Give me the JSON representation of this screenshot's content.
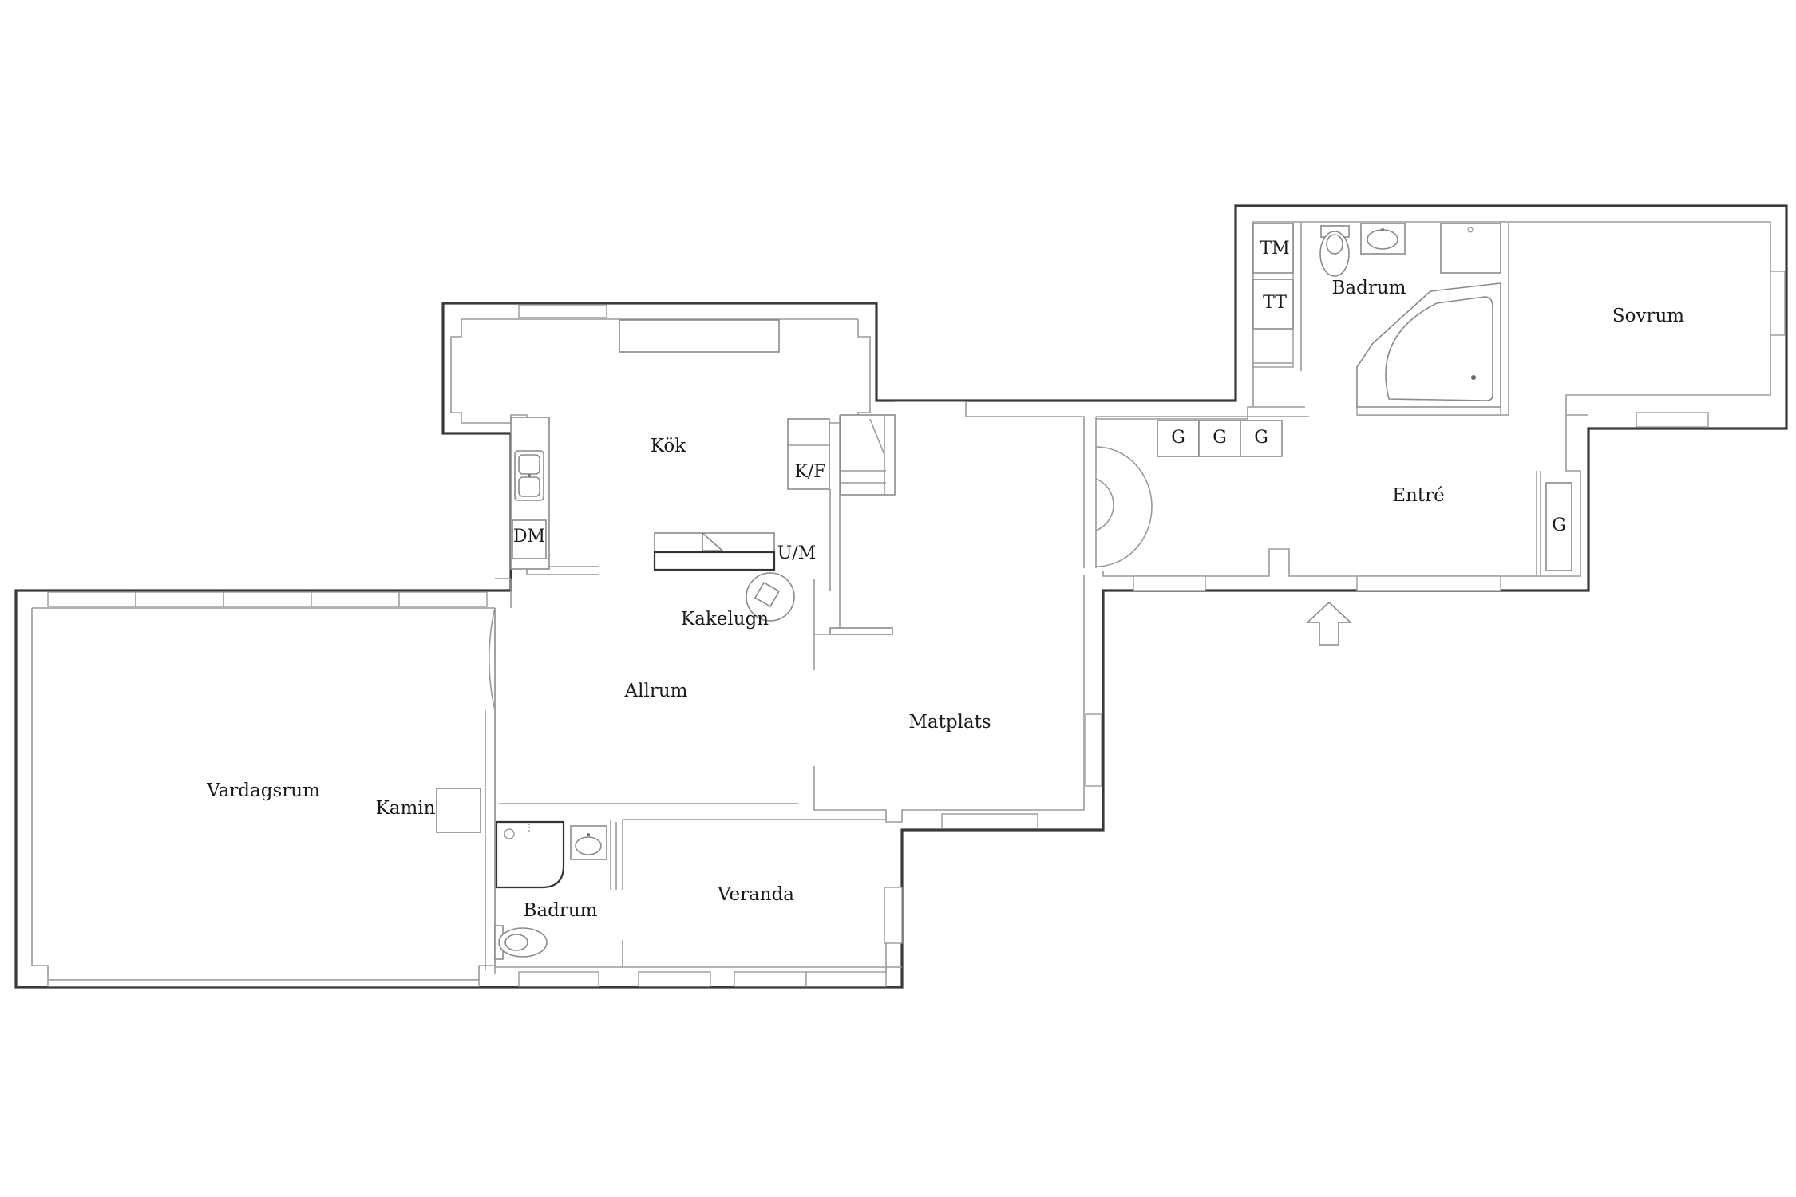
{
  "rooms": {
    "kok": "Kök",
    "allrum": "Allrum",
    "matplats": "Matplats",
    "vardagsrum": "Vardagsrum",
    "veranda": "Veranda",
    "badrum_lower": "Badrum",
    "badrum_upper": "Badrum",
    "sovrum": "Sovrum",
    "entre": "Entré"
  },
  "fixtures": {
    "kf": "K/F",
    "dm": "DM",
    "um": "U/M",
    "kakelugn": "Kakelugn",
    "kamin": "Kamin",
    "tm": "TM",
    "tt": "TT",
    "g1": "G",
    "g2": "G",
    "g3": "G",
    "g4": "G"
  },
  "icons": {
    "entrance": "entrance-arrow-icon"
  }
}
